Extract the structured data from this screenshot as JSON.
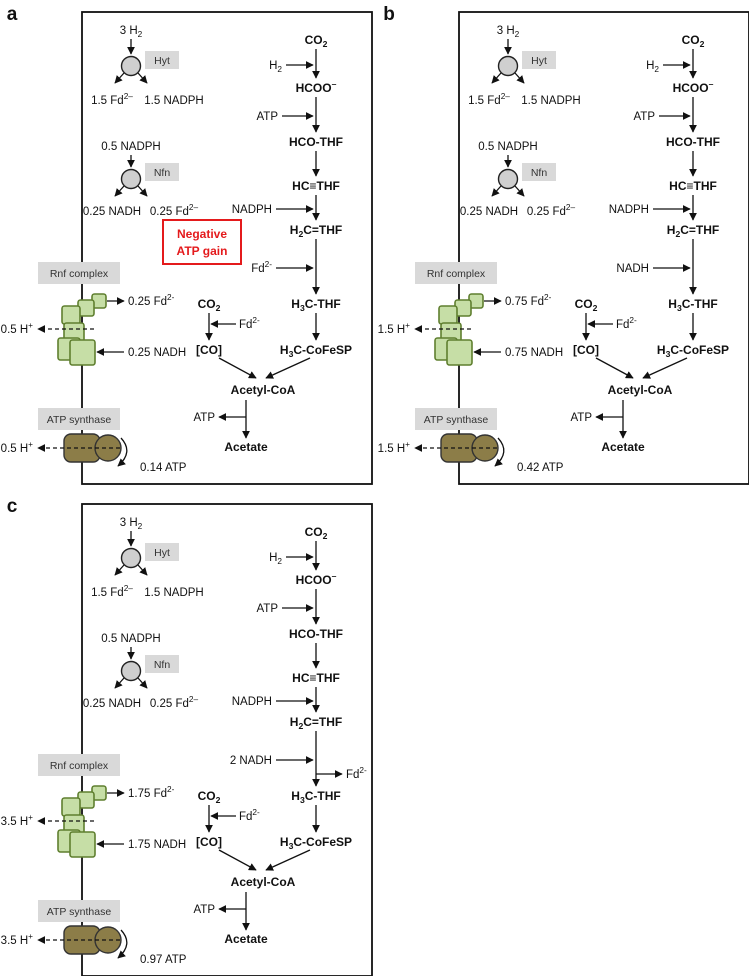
{
  "panels": [
    {
      "letter": "a",
      "hyt": {
        "input": "3 H2",
        "label": "Hyt",
        "out_fd": "1.5 Fd2–",
        "out_nadph": "1.5 NADPH"
      },
      "nfn": {
        "input": "0.5 NADPH",
        "label": "Nfn",
        "out_nadh": "0.25 NADH",
        "out_fd": "0.25 Fd2–"
      },
      "pathway": [
        "CO2",
        "HCOO–",
        "HCO-THF",
        "HC≡THF",
        "H2C=THF",
        "H3C-THF",
        "H3C-CoFeSP",
        "[CO]",
        "Acetyl-CoA",
        "Acetate"
      ],
      "cofactors": {
        "h2": "H2",
        "atp": "ATP",
        "nadph": "NADPH",
        "step4": "Fd2-",
        "co_fd": "Fd2-",
        "acetate_atp": "ATP",
        "co2": "CO2"
      },
      "rnf": {
        "label": "Rnf complex",
        "fd": "0.25 Fd2-",
        "nadh": "0.25 NADH",
        "h": "0.5 H+"
      },
      "atp_synthase": {
        "label": "ATP synthase",
        "h": "0.5 H+",
        "atp": "0.14 ATP"
      },
      "note": "Negative ATP gain"
    },
    {
      "letter": "b",
      "hyt": {
        "input": "3 H2",
        "label": "Hyt",
        "out_fd": "1.5 Fd2–",
        "out_nadph": "1.5 NADPH"
      },
      "nfn": {
        "input": "0.5 NADPH",
        "label": "Nfn",
        "out_nadh": "0.25 NADH",
        "out_fd": "0.25 Fd2–"
      },
      "pathway": [
        "CO2",
        "HCOO–",
        "HCO-THF",
        "HC≡THF",
        "H2C=THF",
        "H3C-THF",
        "H3C-CoFeSP",
        "[CO]",
        "Acetyl-CoA",
        "Acetate"
      ],
      "cofactors": {
        "h2": "H2",
        "atp": "ATP",
        "nadph": "NADPH",
        "step4": "NADH",
        "co_fd": "Fd2-",
        "acetate_atp": "ATP",
        "co2": "CO2"
      },
      "rnf": {
        "label": "Rnf complex",
        "fd": "0.75 Fd2-",
        "nadh": "0.75 NADH",
        "h": "1.5 H+"
      },
      "atp_synthase": {
        "label": "ATP synthase",
        "h": "1.5 H+",
        "atp": "0.42 ATP"
      },
      "note": ""
    },
    {
      "letter": "c",
      "hyt": {
        "input": "3 H2",
        "label": "Hyt",
        "out_fd": "1.5 Fd2–",
        "out_nadph": "1.5 NADPH"
      },
      "nfn": {
        "input": "0.5 NADPH",
        "label": "Nfn",
        "out_nadh": "0.25 NADH",
        "out_fd": "0.25 Fd2–"
      },
      "pathway": [
        "CO2",
        "HCOO–",
        "HCO-THF",
        "HC≡THF",
        "H2C=THF",
        "H3C-THF",
        "H3C-CoFeSP",
        "[CO]",
        "Acetyl-CoA",
        "Acetate"
      ],
      "cofactors": {
        "h2": "H2",
        "atp": "ATP",
        "nadph": "NADPH",
        "step4": "2 NADH",
        "step4_out": "Fd2-",
        "co_fd": "Fd2-",
        "acetate_atp": "ATP",
        "co2": "CO2"
      },
      "rnf": {
        "label": "Rnf complex",
        "fd": "1.75 Fd2-",
        "nadh": "1.75 NADH",
        "h": "3.5 H+"
      },
      "atp_synthase": {
        "label": "ATP synthase",
        "h": "3.5 H+",
        "atp": "0.97 ATP"
      },
      "note": ""
    }
  ],
  "colors": {
    "rnf_fill": "#c6dea6",
    "rnf_stroke": "#5f7f2f",
    "synthase_fill": "#8c7d48",
    "note": "#e41a1c",
    "tag_bg": "#d9d9d9"
  }
}
